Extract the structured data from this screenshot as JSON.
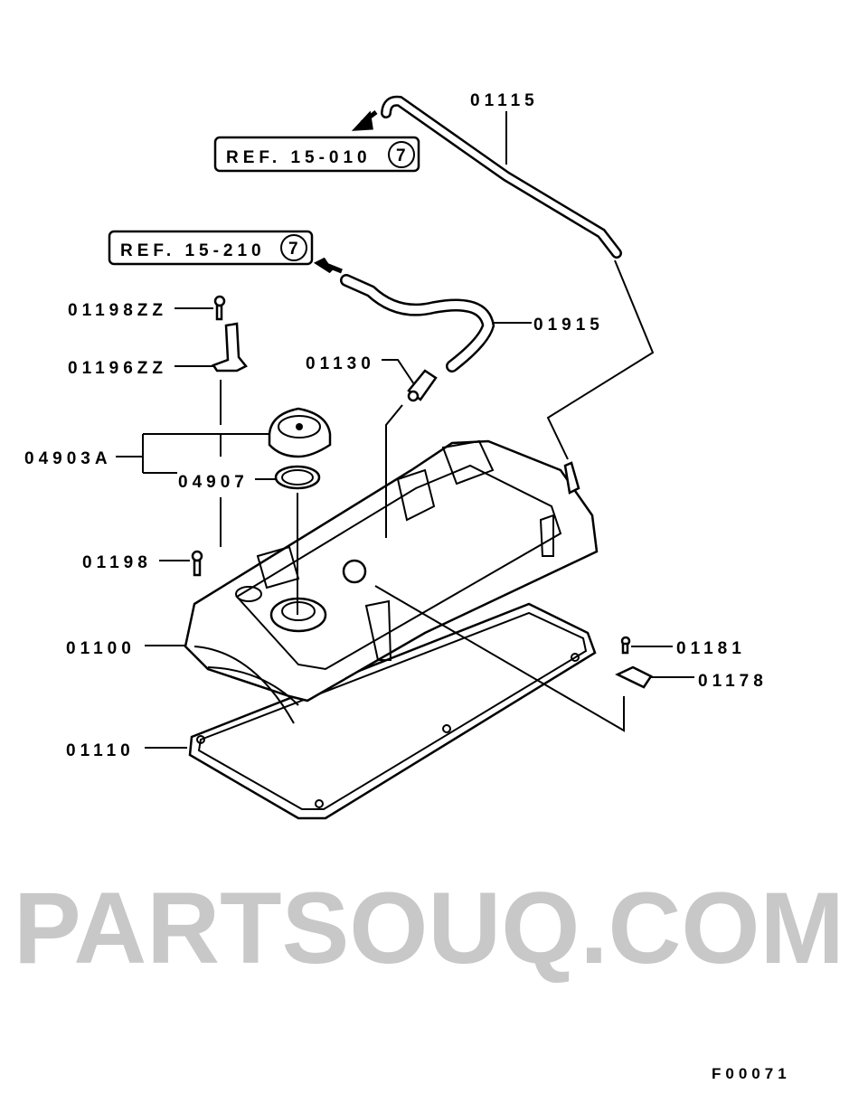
{
  "diagram": {
    "watermark": "PARTSOUQ.COM",
    "figure_code": "F00071",
    "references": [
      {
        "text": "REF. 15-010",
        "circle": "7"
      },
      {
        "text": "REF. 15-210",
        "circle": "7"
      }
    ],
    "callouts": {
      "hose_upper": "01115",
      "bolt_bracket": "01198ZZ",
      "bracket": "01196ZZ",
      "cap_assy": "04903A",
      "cap_gasket": "04907",
      "pcv_valve": "01130",
      "hose_pcv": "01915",
      "bolt": "01198",
      "rocker_cover": "01100",
      "bolt_clip": "01181",
      "clip": "01178",
      "cover_gasket": "01110"
    }
  }
}
